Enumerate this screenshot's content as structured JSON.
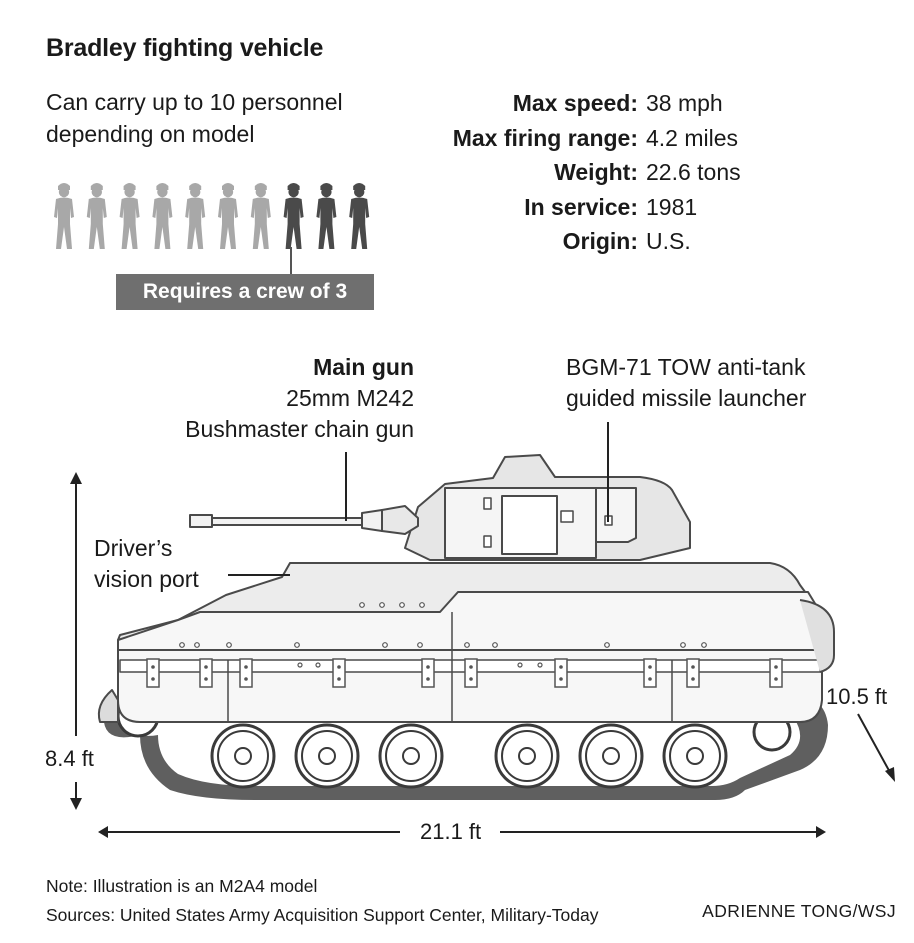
{
  "title": "Bradley fighting vehicle",
  "subtitle": [
    "Can carry up to 10 personnel",
    "depending on model"
  ],
  "stats": [
    {
      "label": "Max speed:",
      "value": "38 mph"
    },
    {
      "label": "Max firing range:",
      "value": "4.2 miles"
    },
    {
      "label": "Weight:",
      "value": "22.6 tons"
    },
    {
      "label": "In service:",
      "value": "1981"
    },
    {
      "label": "Origin:",
      "value": "U.S."
    }
  ],
  "personnel": {
    "total": 10,
    "crew": 3,
    "crew_label": "Requires a crew of 3",
    "passenger_color": "#a8a8a8",
    "crew_color": "#4a4a4a"
  },
  "callouts": {
    "main_gun": {
      "heading": "Main gun",
      "line1": "25mm M242",
      "line2": "Bushmaster chain gun"
    },
    "tow": {
      "line1": "BGM-71 TOW anti-tank",
      "line2": "guided missile launcher"
    },
    "driver": {
      "line1": "Driver’s",
      "line2": "vision port"
    }
  },
  "dimensions": {
    "height": "8.4 ft",
    "width": "10.5 ft",
    "length": "21.1 ft"
  },
  "note": "Note: Illustration is an M2A4 model",
  "sources": "Sources: United States Army Acquisition Support Center, Military-Today",
  "credit": "ADRIENNE TONG/WSJ"
}
